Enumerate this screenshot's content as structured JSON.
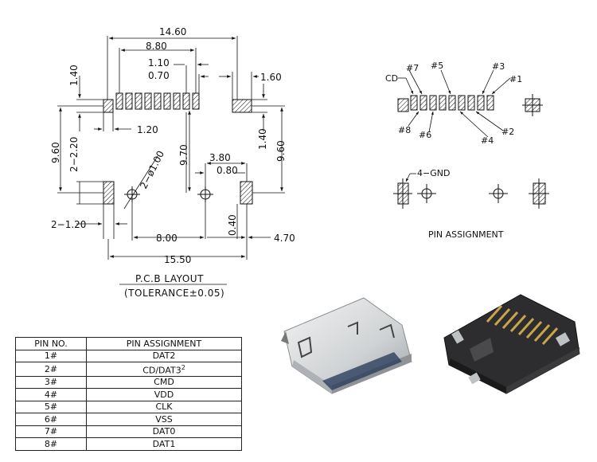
{
  "pcb": {
    "dims": {
      "d14_60": "14.60",
      "d8_80": "8.80",
      "d1_10": "1.10",
      "d0_70": "0.70",
      "d1_40_top": "1.40",
      "d1_60": "1.60",
      "d1_20_top": "1.20",
      "d9_60_left": "9.60",
      "d2_2_20": "2−2.20",
      "d2_phi": "2−ø1.00",
      "d9_70": "9.70",
      "d3_80": "3.80",
      "d0_80": "0.80",
      "d1_40_right": "1.40",
      "d9_60_right": "9.60",
      "d2_1_20": "2−1.20",
      "d8_00": "8.00",
      "d0_40": "0.40",
      "d4_70": "4.70",
      "d15_50": "15.50"
    },
    "title": "P.C.B LAYOUT",
    "tolerance": "(TOLERANCE±0.05)"
  },
  "pin_diagram": {
    "cd": "CD",
    "p1": "#1",
    "p2": "#2",
    "p3": "#3",
    "p4": "#4",
    "p5": "#5",
    "p6": "#6",
    "p7": "#7",
    "p8": "#8",
    "gnd": "4−GND",
    "title": "PIN ASSIGNMENT"
  },
  "table": {
    "headers": [
      "PIN NO.",
      "PIN ASSIGNMENT"
    ],
    "rows": [
      {
        "no": "1#",
        "name": "DAT2"
      },
      {
        "no": "2#",
        "name": "CD/DAT3",
        "sup": "2"
      },
      {
        "no": "3#",
        "name": "CMD"
      },
      {
        "no": "4#",
        "name": "VDD"
      },
      {
        "no": "5#",
        "name": "CLK"
      },
      {
        "no": "6#",
        "name": "VSS"
      },
      {
        "no": "7#",
        "name": "DAT0"
      },
      {
        "no": "8#",
        "name": "DAT1"
      }
    ]
  }
}
